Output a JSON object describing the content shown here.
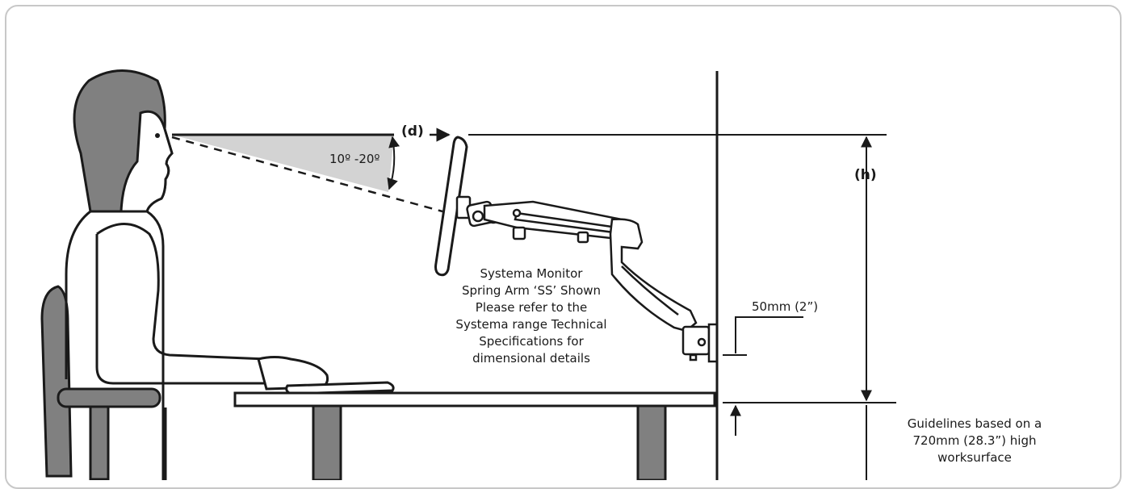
{
  "labels": {
    "d": "(d)",
    "h": "(h)",
    "angle": "10º -20º",
    "offset": "50mm (2”)"
  },
  "note": {
    "line1": "Systema Monitor",
    "line2": "Spring Arm ‘SS’ Shown",
    "line3": "Please refer to the",
    "line4": "Systema range Technical",
    "line5": "Specifications for",
    "line6": "dimensional details"
  },
  "guideline": {
    "line1": "Guidelines based on a",
    "line2": "720mm (28.3”) high",
    "line3": "worksurface"
  },
  "colors": {
    "figure_fill": "#808080",
    "sight_fill": "#d3d3d3",
    "stroke": "#1a1a1a",
    "frame": "#c8c8c8"
  }
}
